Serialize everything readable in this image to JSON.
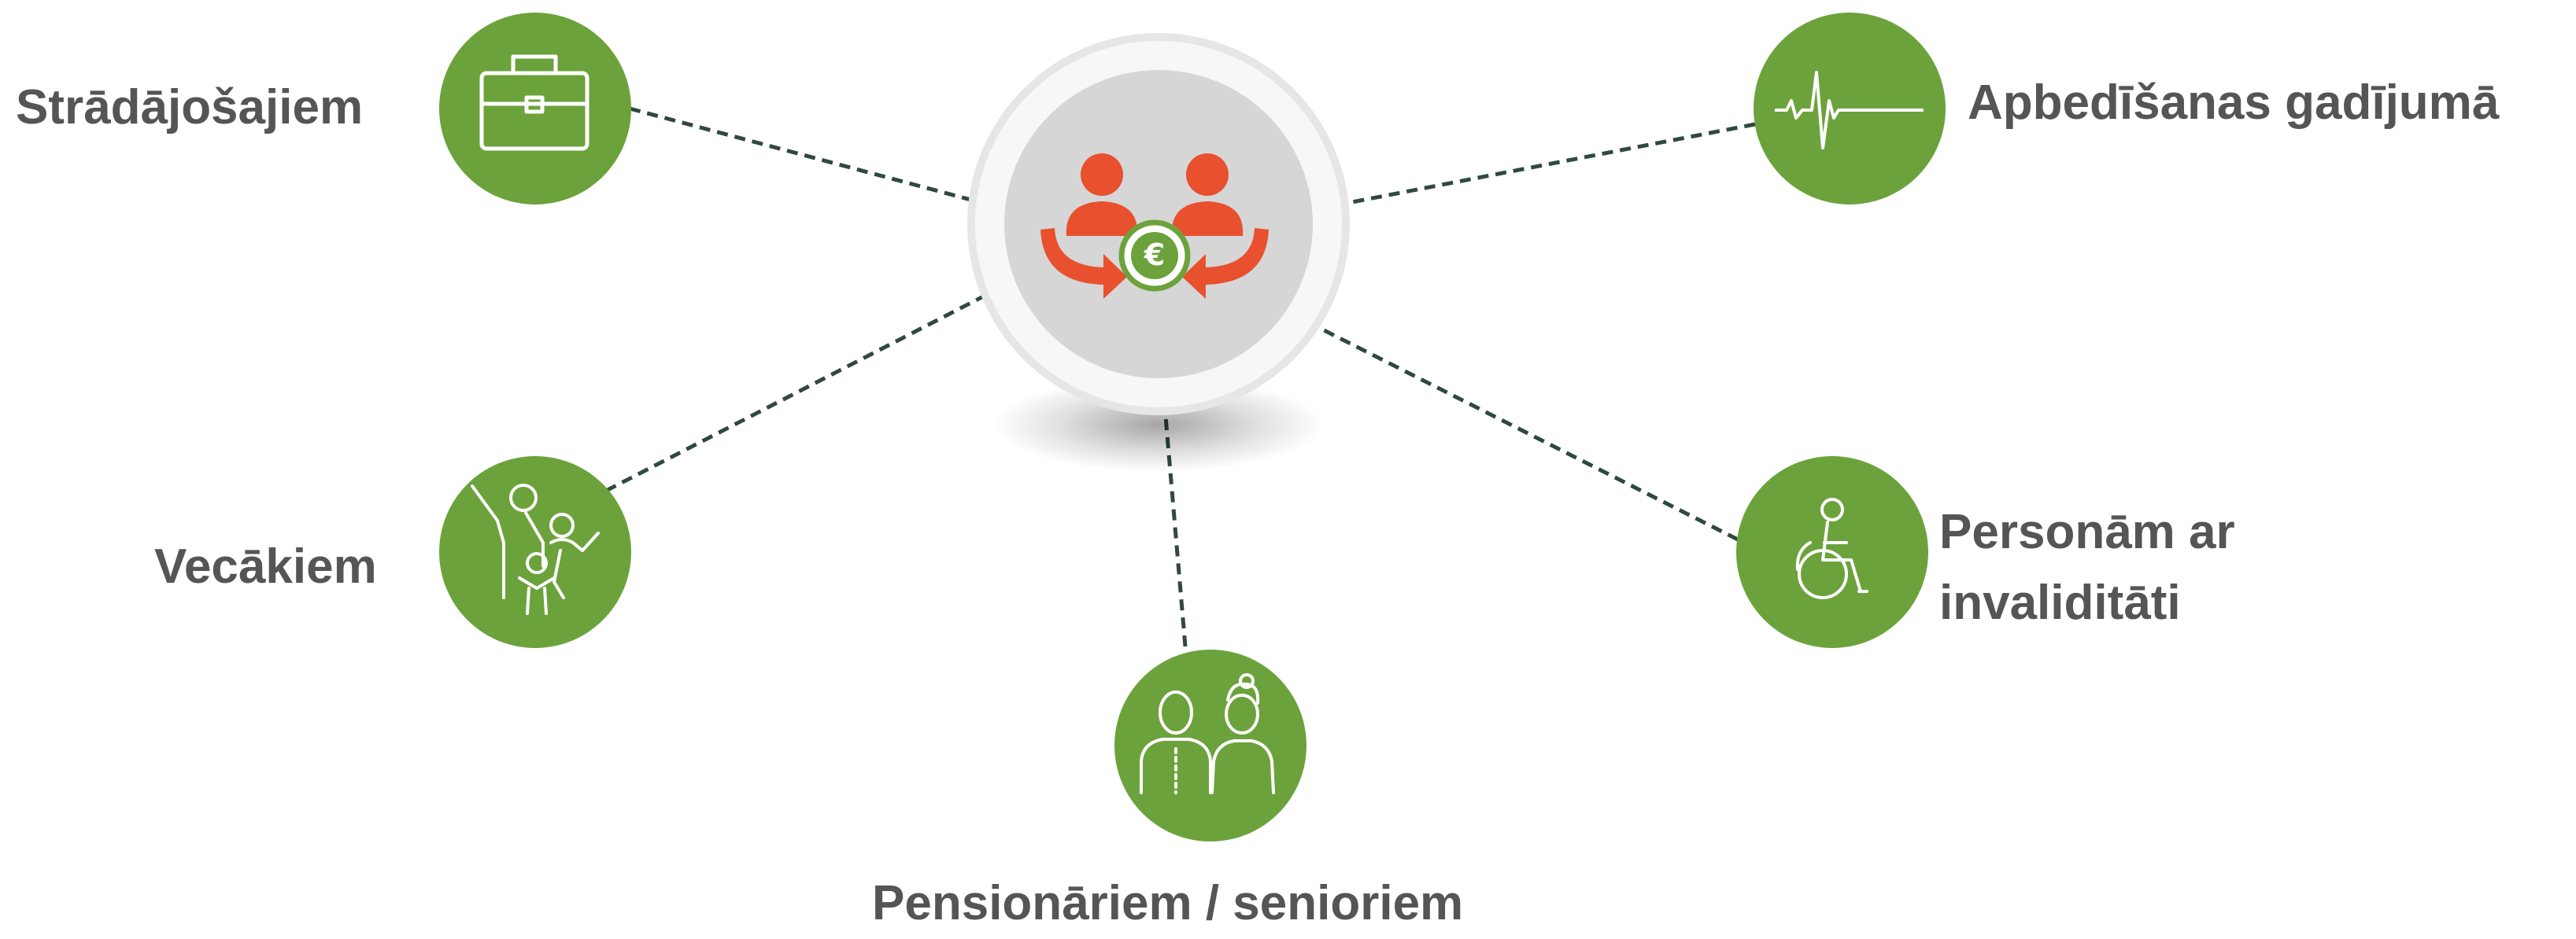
{
  "colors": {
    "node_green": "#6ca23b",
    "connector": "#2f4a3c",
    "hub_fill": "#d6d6d6",
    "people_orange": "#e8502e",
    "euro_green": "#6ca23b",
    "text": "#555555"
  },
  "hub": {
    "icon": "people-exchange-euro-icon"
  },
  "nodes": [
    {
      "id": "working",
      "label_lines": [
        "Strādājošajiem"
      ],
      "icon": "briefcase-icon"
    },
    {
      "id": "funeral",
      "label_lines": [
        "Apbedīšanas gadījumā"
      ],
      "icon": "heartbeat-line-icon"
    },
    {
      "id": "parents",
      "label_lines": [
        "Vecākiem"
      ],
      "icon": "family-icon"
    },
    {
      "id": "disability",
      "label_lines": [
        "Personām ar",
        "invaliditāti"
      ],
      "icon": "wheelchair-icon"
    },
    {
      "id": "pensioners",
      "label_lines": [
        "Pensionāriem / senioriem"
      ],
      "icon": "elderly-couple-icon"
    }
  ]
}
